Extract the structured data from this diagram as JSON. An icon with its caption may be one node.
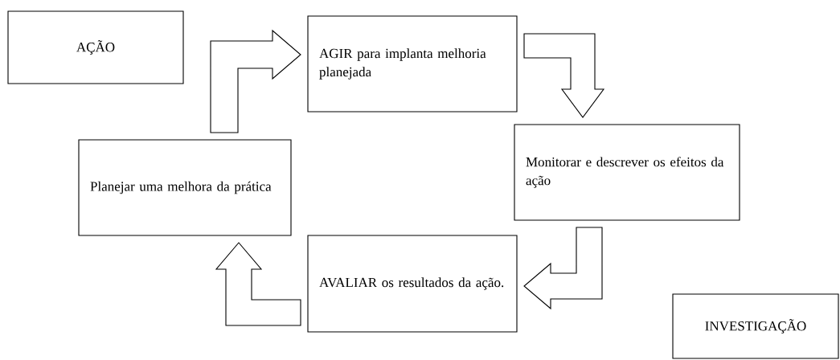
{
  "diagram": {
    "nodes": [
      {
        "text": [
          "AÇÃO"
        ]
      },
      {
        "text": [
          "AGIR para implanta melhoria planejada"
        ]
      },
      {
        "text": [
          "Monitorar e descrever os efeitos da ação"
        ]
      },
      {
        "text": [
          "Planejar uma melhora da prática"
        ]
      },
      {
        "text": [
          "AVALIAR os resultados da ação."
        ]
      },
      {
        "text": [
          "INVESTIGAÇÃO"
        ]
      }
    ],
    "edges": [
      {
        "from": 3,
        "to": 1,
        "arrow": "to"
      },
      {
        "from": 1,
        "to": 2,
        "arrow": "to"
      },
      {
        "from": 2,
        "to": 4,
        "arrow": "to"
      },
      {
        "from": 4,
        "to": 3,
        "arrow": "to"
      }
    ]
  }
}
